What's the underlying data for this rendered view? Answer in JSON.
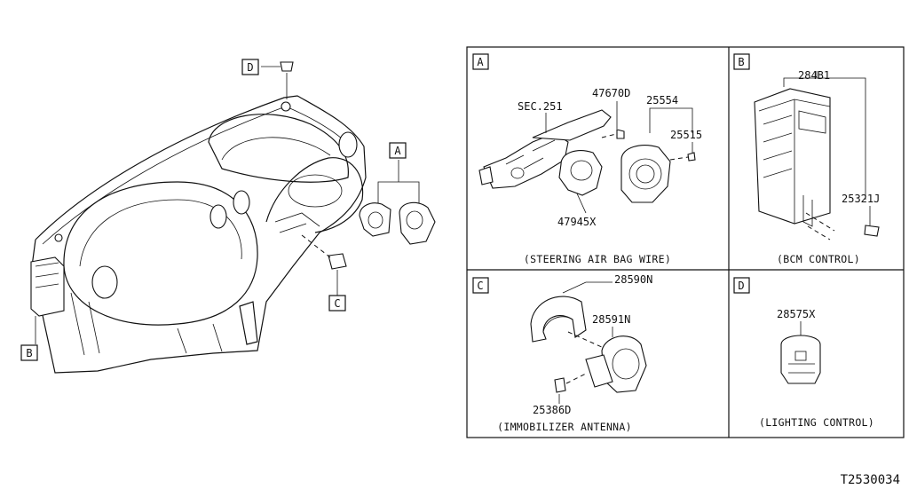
{
  "callouts": {
    "main_a": "A",
    "main_b": "B",
    "main_c": "C",
    "main_d": "D"
  },
  "panels": {
    "a": {
      "letter": "A",
      "caption": "(STEERING AIR BAG WIRE)",
      "parts": [
        "SEC.251",
        "47670D",
        "25554",
        "25515",
        "47945X"
      ]
    },
    "b": {
      "letter": "B",
      "caption": "(BCM CONTROL)",
      "parts": [
        "284B1",
        "25321J"
      ]
    },
    "c": {
      "letter": "C",
      "caption": "(IMMOBILIZER ANTENNA)",
      "parts": [
        "28590N",
        "28591N",
        "25386D"
      ]
    },
    "d": {
      "letter": "D",
      "caption": "(LIGHTING CONTROL)",
      "parts": [
        "28575X"
      ]
    }
  },
  "diagram_id": "T2530034"
}
